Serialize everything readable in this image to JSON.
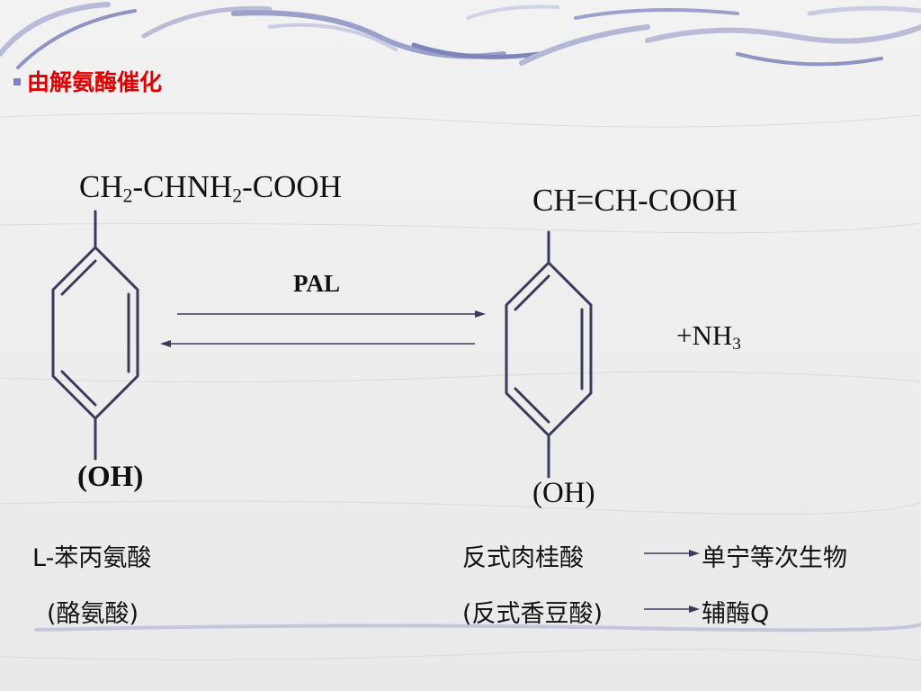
{
  "title": "由解氨酶催化",
  "reactant": {
    "formula": {
      "p1": "CH",
      "s1": "2",
      "p2": "-CHNH",
      "s2": "2",
      "p3": "-COOH"
    },
    "substituent": "(OH)"
  },
  "product": {
    "formula": "CH=CH-COOH",
    "substituent": "(OH)"
  },
  "enzyme": "PAL",
  "byproduct": {
    "main": "+NH",
    "sub": "3"
  },
  "labels": {
    "reactant_name": "L-苯丙氨酸",
    "reactant_alt": "(酪氨酸)",
    "product_name": "反式肉桂酸",
    "product_alt": "(反式香豆酸)",
    "downstream_1": "单宁等次生物",
    "downstream_2": "辅酶Q"
  },
  "colors": {
    "title": "#e00000",
    "structure": "#3a3a5a",
    "bullet": "#7b83c4",
    "text": "#111111"
  }
}
